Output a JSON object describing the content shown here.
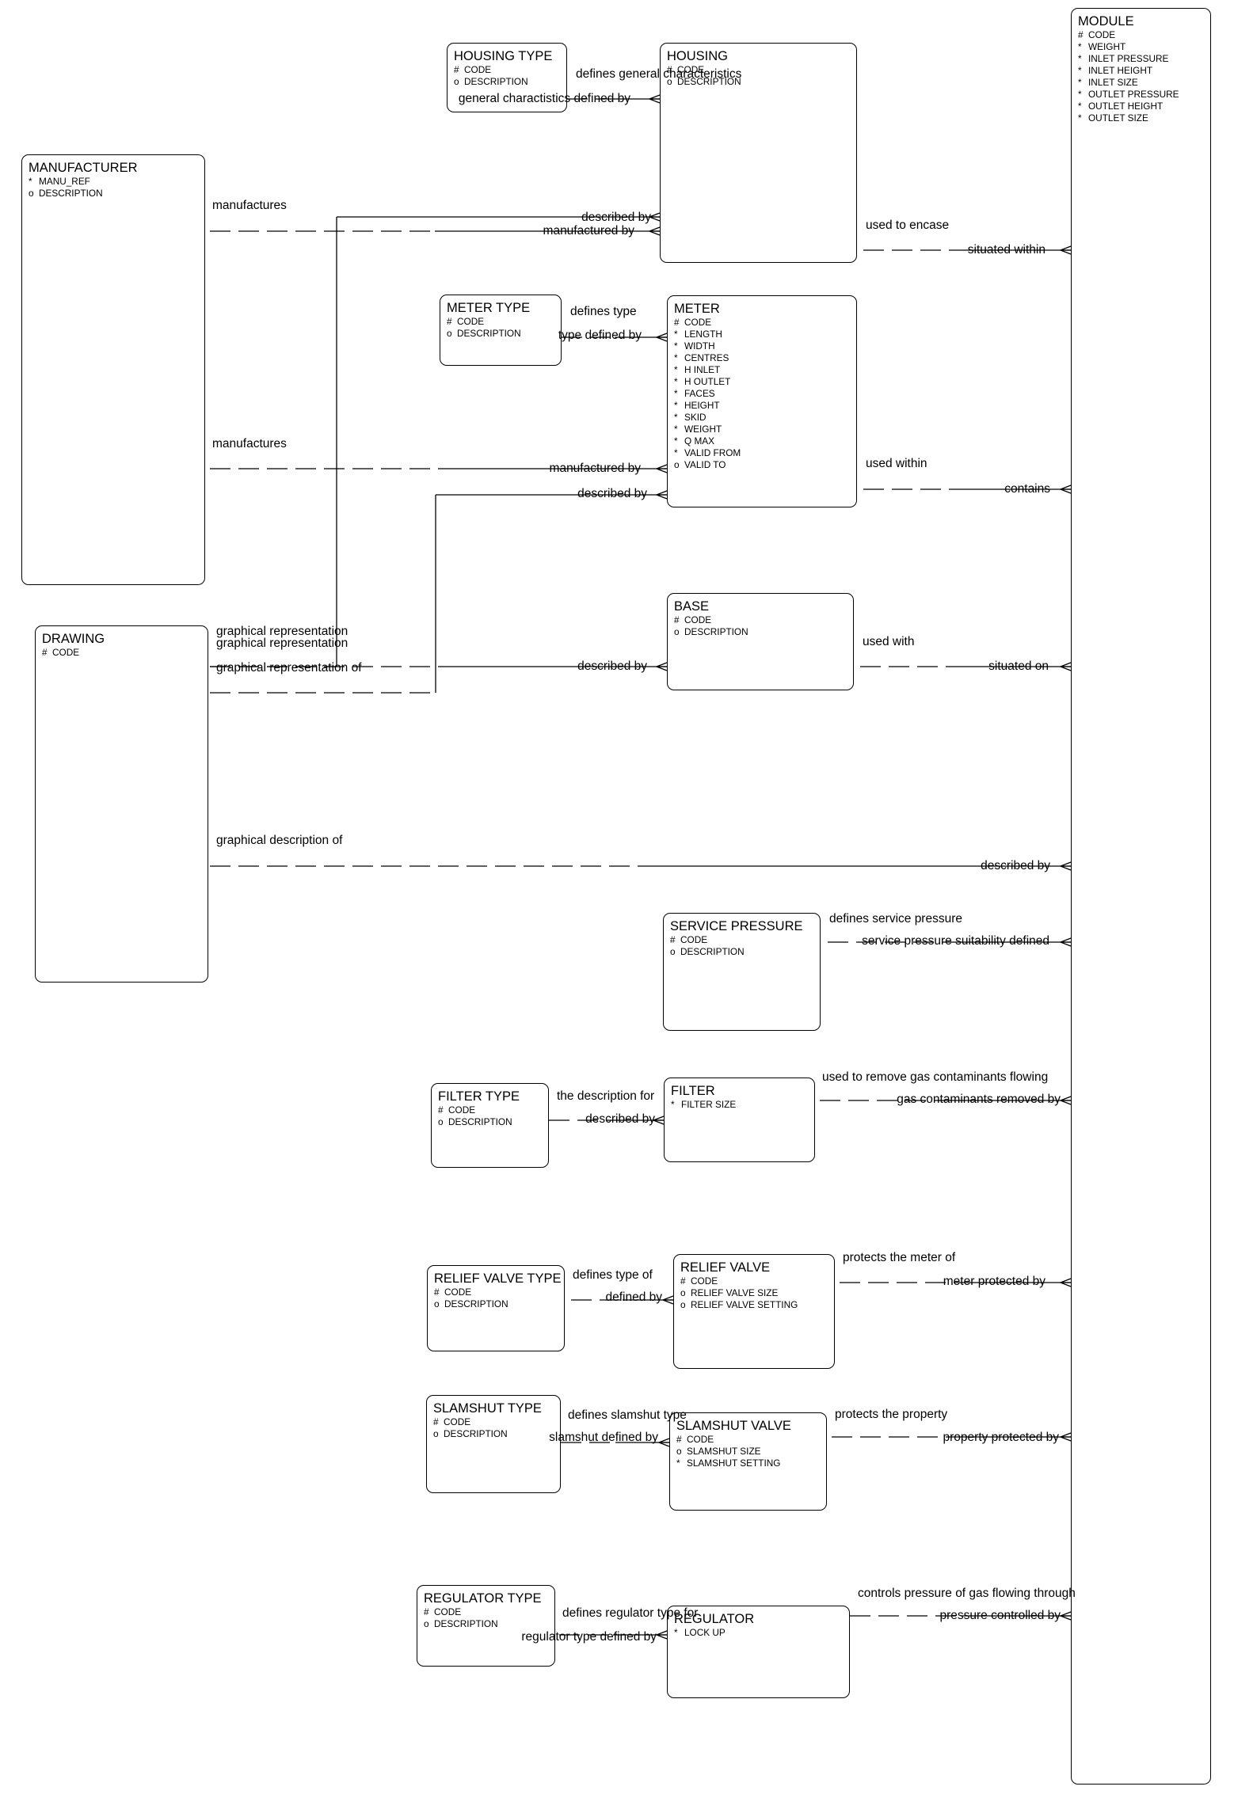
{
  "entities": {
    "housing_type": {
      "name": "HOUSING TYPE",
      "attributes": [
        {
          "marker": "#",
          "name": "CODE"
        },
        {
          "marker": "o",
          "name": "DESCRIPTION"
        }
      ]
    },
    "housing": {
      "name": "HOUSING",
      "attributes": [
        {
          "marker": "#",
          "name": "CODE"
        },
        {
          "marker": "o",
          "name": "DESCRIPTION"
        }
      ]
    },
    "module": {
      "name": "MODULE",
      "attributes": [
        {
          "marker": "#",
          "name": "CODE"
        },
        {
          "marker": "*",
          "name": "WEIGHT"
        },
        {
          "marker": "*",
          "name": "INLET PRESSURE"
        },
        {
          "marker": "*",
          "name": "INLET HEIGHT"
        },
        {
          "marker": "*",
          "name": "INLET SIZE"
        },
        {
          "marker": "*",
          "name": "OUTLET PRESSURE"
        },
        {
          "marker": "*",
          "name": "OUTLET HEIGHT"
        },
        {
          "marker": "*",
          "name": "OUTLET SIZE"
        }
      ]
    },
    "manufacturer": {
      "name": "MANUFACTURER",
      "attributes": [
        {
          "marker": "*",
          "name": "MANU_REF"
        },
        {
          "marker": "o",
          "name": "DESCRIPTION"
        }
      ]
    },
    "meter_type": {
      "name": "METER TYPE",
      "attributes": [
        {
          "marker": "#",
          "name": "CODE"
        },
        {
          "marker": "o",
          "name": "DESCRIPTION"
        }
      ]
    },
    "meter": {
      "name": "METER",
      "attributes": [
        {
          "marker": "#",
          "name": "CODE"
        },
        {
          "marker": "*",
          "name": "LENGTH"
        },
        {
          "marker": "*",
          "name": "WIDTH"
        },
        {
          "marker": "*",
          "name": "CENTRES"
        },
        {
          "marker": "*",
          "name": "H INLET"
        },
        {
          "marker": "*",
          "name": "H OUTLET"
        },
        {
          "marker": "*",
          "name": "FACES"
        },
        {
          "marker": "*",
          "name": "HEIGHT"
        },
        {
          "marker": "*",
          "name": "SKID"
        },
        {
          "marker": "*",
          "name": "WEIGHT"
        },
        {
          "marker": "*",
          "name": "Q MAX"
        },
        {
          "marker": "*",
          "name": "VALID FROM"
        },
        {
          "marker": "o",
          "name": "VALID TO"
        }
      ]
    },
    "drawing": {
      "name": "DRAWING",
      "attributes": [
        {
          "marker": "#",
          "name": "CODE"
        }
      ]
    },
    "base": {
      "name": "BASE",
      "attributes": [
        {
          "marker": "#",
          "name": "CODE"
        },
        {
          "marker": "o",
          "name": "DESCRIPTION"
        }
      ]
    },
    "service_pressure": {
      "name": "SERVICE PRESSURE",
      "attributes": [
        {
          "marker": "#",
          "name": "CODE"
        },
        {
          "marker": "o",
          "name": "DESCRIPTION"
        }
      ]
    },
    "filter_type": {
      "name": "FILTER TYPE",
      "attributes": [
        {
          "marker": "#",
          "name": "CODE"
        },
        {
          "marker": "o",
          "name": "DESCRIPTION"
        }
      ]
    },
    "filter": {
      "name": "FILTER",
      "attributes": [
        {
          "marker": "*",
          "name": "FILTER SIZE"
        }
      ]
    },
    "relief_valve_type": {
      "name": "RELIEF VALVE TYPE",
      "attributes": [
        {
          "marker": "#",
          "name": "CODE"
        },
        {
          "marker": "o",
          "name": "DESCRIPTION"
        }
      ]
    },
    "relief_valve": {
      "name": "RELIEF VALVE",
      "attributes": [
        {
          "marker": "#",
          "name": "CODE"
        },
        {
          "marker": "o",
          "name": "RELIEF VALVE SIZE"
        },
        {
          "marker": "o",
          "name": "RELIEF VALVE SETTING"
        }
      ]
    },
    "slamshut_type": {
      "name": "SLAMSHUT TYPE",
      "attributes": [
        {
          "marker": "#",
          "name": "CODE"
        },
        {
          "marker": "o",
          "name": "DESCRIPTION"
        }
      ]
    },
    "slamshut_valve": {
      "name": "SLAMSHUT VALVE",
      "attributes": [
        {
          "marker": "#",
          "name": "CODE"
        },
        {
          "marker": "o",
          "name": "SLAMSHUT SIZE"
        },
        {
          "marker": "*",
          "name": "SLAMSHUT SETTING"
        }
      ]
    },
    "regulator_type": {
      "name": "REGULATOR TYPE",
      "attributes": [
        {
          "marker": "#",
          "name": "CODE"
        },
        {
          "marker": "o",
          "name": "DESCRIPTION"
        }
      ]
    },
    "regulator": {
      "name": "REGULATOR",
      "attributes": [
        {
          "marker": "*",
          "name": "LOCK UP"
        }
      ]
    }
  },
  "relationships": {
    "housingtype_housing": {
      "from_label": "defines general characteristics",
      "to_label": "general charactistics defined by"
    },
    "manufacturer_housing": {
      "from_label": "manufactures",
      "to_label": "manufactured by"
    },
    "drawing_housing": {
      "from_label": "graphical representation",
      "to_label": "described by"
    },
    "housing_module": {
      "from_label": "used to encase",
      "to_label": "situated within"
    },
    "metertype_meter": {
      "from_label": "defines type",
      "to_label": "type defined by"
    },
    "manufacturer_meter": {
      "from_label": "manufactures",
      "to_label": "manufactured by"
    },
    "drawing_meter": {
      "from_label": "graphical representation of",
      "to_label": "described by"
    },
    "meter_module": {
      "from_label": "used within",
      "to_label": "contains"
    },
    "drawing_base": {
      "from_label": "graphical representation",
      "to_label": "described by"
    },
    "base_module": {
      "from_label": "used with",
      "to_label": "situated on"
    },
    "drawing_module": {
      "from_label": "graphical description of",
      "to_label": "described by"
    },
    "servicepressure_module": {
      "from_label": "defines service pressure",
      "to_label": "service pressure suitability defined"
    },
    "filtertype_filter": {
      "from_label": "the description for",
      "to_label": "described by"
    },
    "filter_module": {
      "from_label": "used to remove gas contaminants flowing",
      "to_label": "gas contaminants removed by"
    },
    "reliefvalvetype_reliefvalve": {
      "from_label": "defines type of",
      "to_label": "defined by"
    },
    "reliefvalve_module": {
      "from_label": "protects the meter of",
      "to_label": "meter protected by"
    },
    "slamshuttype_slamshut": {
      "from_label": "defines slamshut type",
      "to_label": "slamshut defined by"
    },
    "slamshut_module": {
      "from_label": "protects the property",
      "to_label": "property protected by"
    },
    "regulatortype_regulator": {
      "from_label": "defines regulator type for",
      "to_label": "regulator type defined by"
    },
    "regulator_module": {
      "from_label": "controls pressure of gas flowing through",
      "to_label": "pressure controlled by"
    }
  }
}
